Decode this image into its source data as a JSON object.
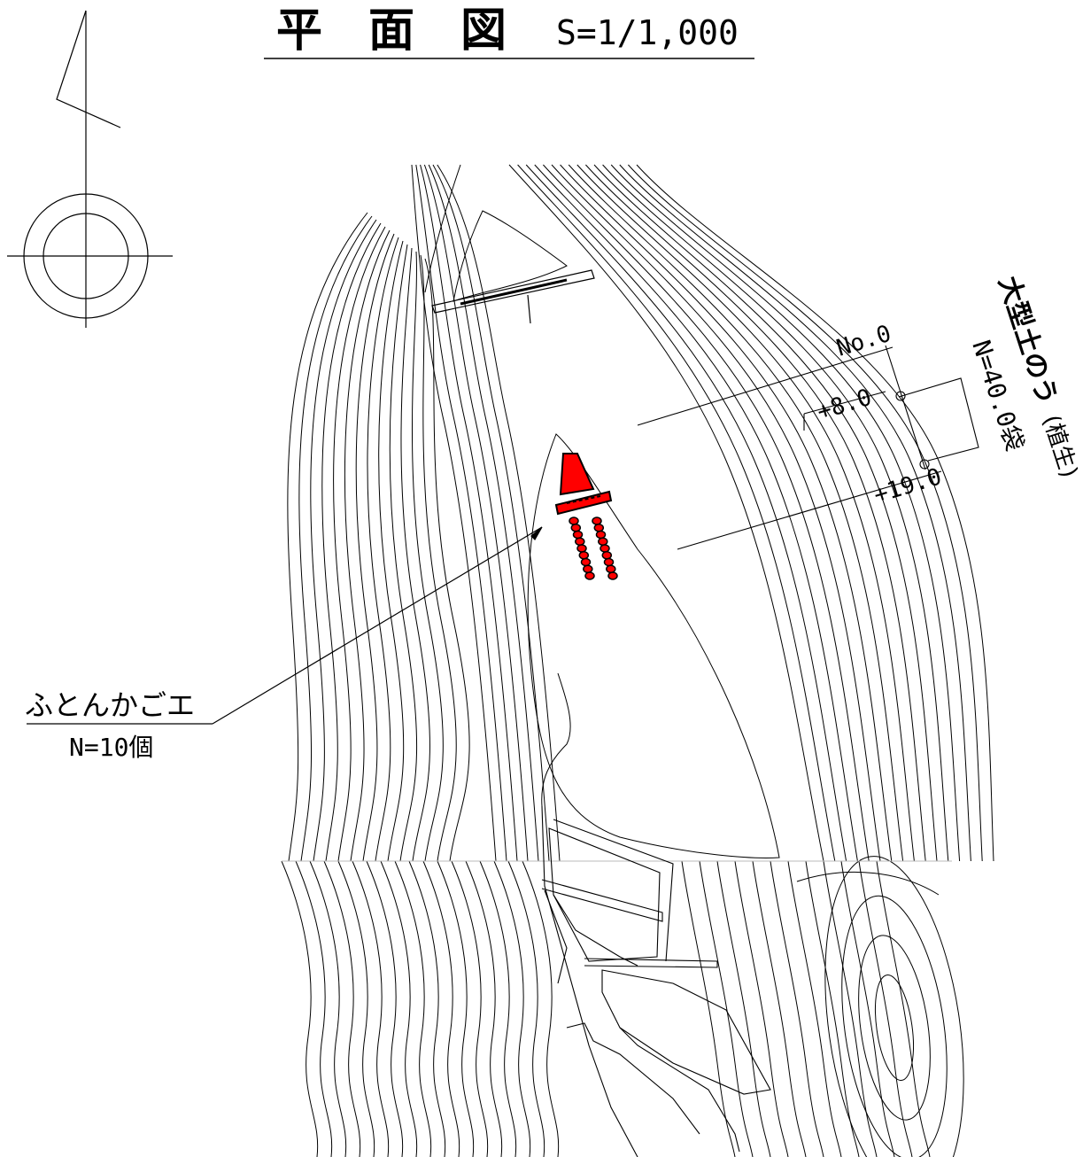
{
  "title": {
    "main": "平　面　図",
    "scale": "S=1/1,000"
  },
  "sections": {
    "no0": "No.0",
    "p8": "+8.0",
    "p19": "+19.0"
  },
  "sandbag": {
    "name": "大型土のう",
    "note": "(植生)",
    "count": "N=40.0袋"
  },
  "gabion": {
    "name": "ふとんかごエ",
    "count": "N=10個"
  },
  "colors": {
    "line": "#000000",
    "gabion_fill": "#ff0000"
  }
}
